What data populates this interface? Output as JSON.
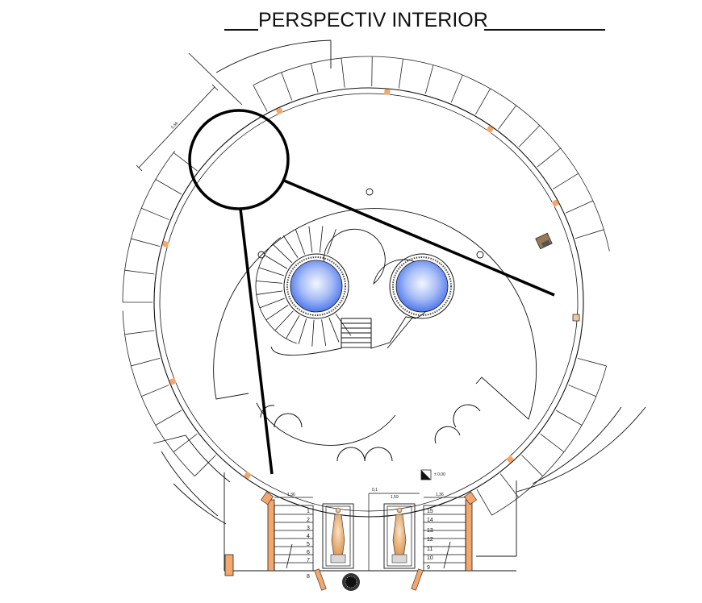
{
  "title": "PERSPECTIV INTERIOR",
  "dimensions": {
    "diagonal": "5,56",
    "stair_left_width": "1,36",
    "center_gap": "0,1",
    "center_width": "1,59",
    "stair_right_width": "1,36",
    "level_mark": "± 0,00"
  },
  "stair_left_steps": [
    "1",
    "2",
    "3",
    "4",
    "5",
    "6",
    "7",
    "8"
  ],
  "stair_right_steps": [
    "15",
    "14",
    "13",
    "12",
    "11",
    "10",
    "9"
  ],
  "colors": {
    "line": "#111111",
    "accent_orange": "#f5a66b",
    "pool_blue": "#5b86f2",
    "pool_highlight": "#eef3ff"
  }
}
